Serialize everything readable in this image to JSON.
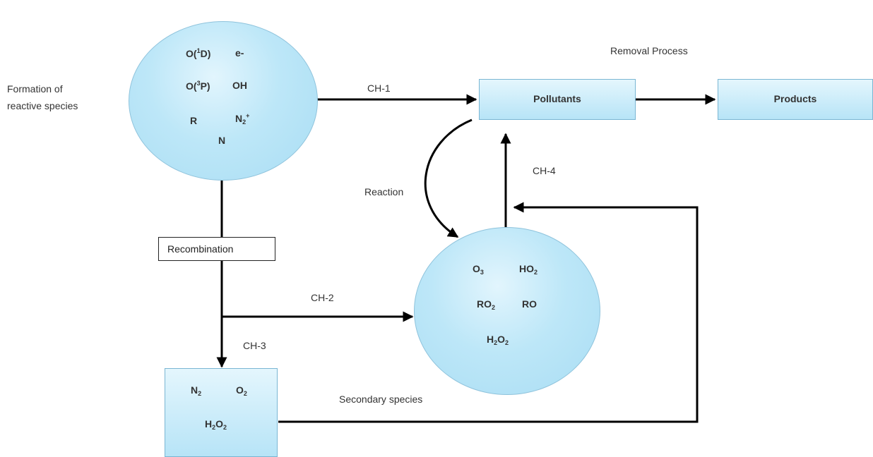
{
  "labels": {
    "formation_line1": "Formation of",
    "formation_line2": "reactive species",
    "removal_process": "Removal Process",
    "recombination": "Recombination",
    "reaction": "Reaction",
    "secondary_species": "Secondary species"
  },
  "channels": {
    "ch1": "CH-1",
    "ch2": "CH-2",
    "ch3": "CH-3",
    "ch4": "CH-4"
  },
  "boxes": {
    "pollutants": "Pollutants",
    "products": "Products"
  },
  "reactive_species": {
    "o1d": {
      "base": "O(",
      "sup": "1",
      "tail": "D)"
    },
    "e": "e-",
    "o3p": {
      "base": "O(",
      "sup": "3",
      "tail": "P)"
    },
    "oh": "OH",
    "r": "R",
    "n2plus": {
      "base": "N",
      "sub": "2",
      "sup": "+"
    },
    "n": "N"
  },
  "secondary_circle": {
    "o3": {
      "base": "O",
      "sub": "3"
    },
    "ho2": {
      "base": "HO",
      "sub": "2"
    },
    "ro2": {
      "base": "RO",
      "sub": "2"
    },
    "ro": "RO",
    "h2o2": {
      "base": "H",
      "sub1": "2",
      "mid": "O",
      "sub2": "2"
    }
  },
  "bottom_box": {
    "n2": {
      "base": "N",
      "sub": "2"
    },
    "o2": {
      "base": "O",
      "sub": "2"
    },
    "h2o2": {
      "base": "H",
      "sub1": "2",
      "mid": "O",
      "sub2": "2"
    }
  }
}
